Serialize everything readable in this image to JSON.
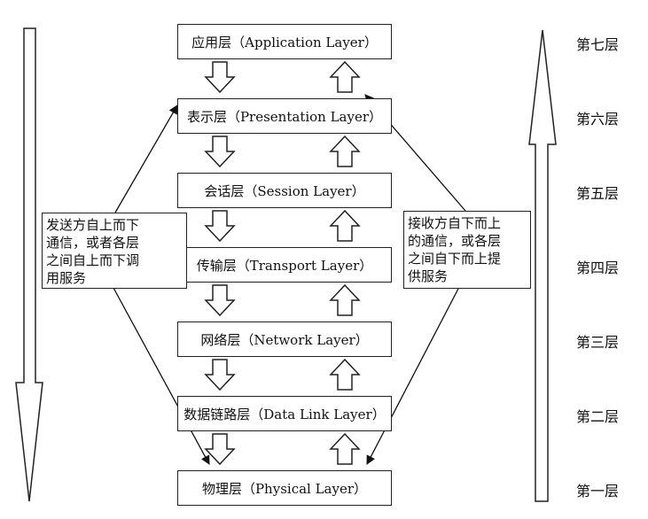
{
  "layers": [
    {
      "label": "应用层（Application Layer）",
      "level": "第七层"
    },
    {
      "label": "表示层（Presentation Layer）",
      "level": "第六层"
    },
    {
      "label": "会话层（Session Layer）",
      "level": "第五层"
    },
    {
      "label": "传输层（Transport Layer）",
      "level": "第四层"
    },
    {
      "label": "网络层（Network Layer）",
      "level": "第三层"
    },
    {
      "label": "数据链路层（Data Link Layer）",
      "level": "第二层"
    },
    {
      "label": "物理层（Physical Layer）",
      "level": "第一层"
    }
  ],
  "send_note": {
    "lines": [
      "发送方自上而下",
      "通信，或者各层",
      "之间自上而下调",
      "用服务"
    ]
  },
  "receive_note": {
    "lines": [
      "接收方自下而上",
      "的通信，或各层",
      "之间自下而上提",
      "供服务"
    ]
  }
}
